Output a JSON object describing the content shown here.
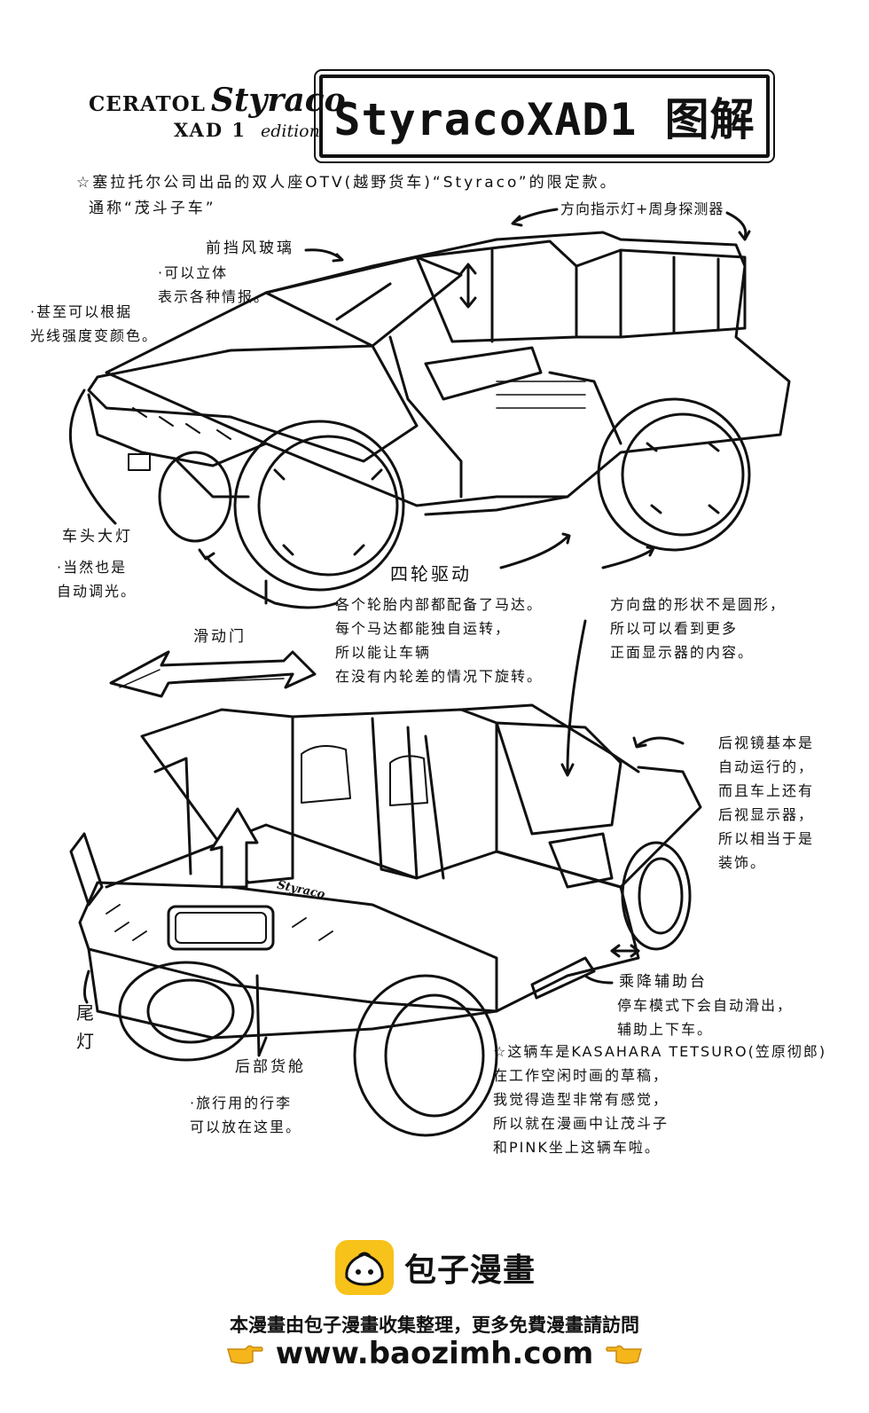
{
  "brand": {
    "maker": "CERATOL",
    "model_script": "Styraco",
    "model_code": "XAD 1",
    "edition": "edition"
  },
  "title": "StyracoXAD1 图解",
  "notes": {
    "intro_line1": "☆塞拉托尔公司出品的双人座OTV(越野货车)“Styraco”的限定款。",
    "intro_line2": "通称“茂斗子车”",
    "turn_signal": "方向指示灯+周身探测器",
    "windshield": "前挡风玻璃",
    "windshield_desc": "·可以立体\n表示各种情报。",
    "windshield_color": "·甚至可以根据\n光线强度变颜色。",
    "headlight": "车头大灯",
    "headlight_desc": "·当然也是\n自动调光。",
    "four_wd": "四轮驱动",
    "motors": "各个轮胎内部都配备了马达。\n每个马达都能独自运转，\n所以能让车辆\n在没有内轮差的情况下旋转。",
    "steering": "方向盘的形状不是圆形，\n所以可以看到更多\n正面显示器的内容。",
    "sliding_door": "滑动门",
    "mirror": "后视镜基本是\n自动运行的，\n而且车上还有\n后视显示器，\n所以相当于是\n装饰。",
    "step": "乘降辅助台",
    "step_desc": "停车模式下会自动滑出，\n辅助上下车。",
    "taillight": "尾\n灯",
    "cargo": "后部货舱",
    "cargo_desc": "·旅行用的行李\n可以放在这里。",
    "author_note": "☆这辆车是KASAHARA TETSURO(笠原彻郎)\n在工作空闲时画的草稿，\n我觉得造型非常有感觉，\n所以就在漫画中让茂斗子\n和PINK坐上这辆车啦。",
    "rear_badge": "Styraco"
  },
  "footer": {
    "logo_text": "包子漫畫",
    "line": "本漫畫由包子漫畫收集整理，更多免費漫畫請訪問",
    "url": "www.baozimh.com"
  },
  "colors": {
    "ink": "#111111",
    "logo_yellow": "#f7c21a",
    "pointer_yellow": "#f5b61c"
  }
}
